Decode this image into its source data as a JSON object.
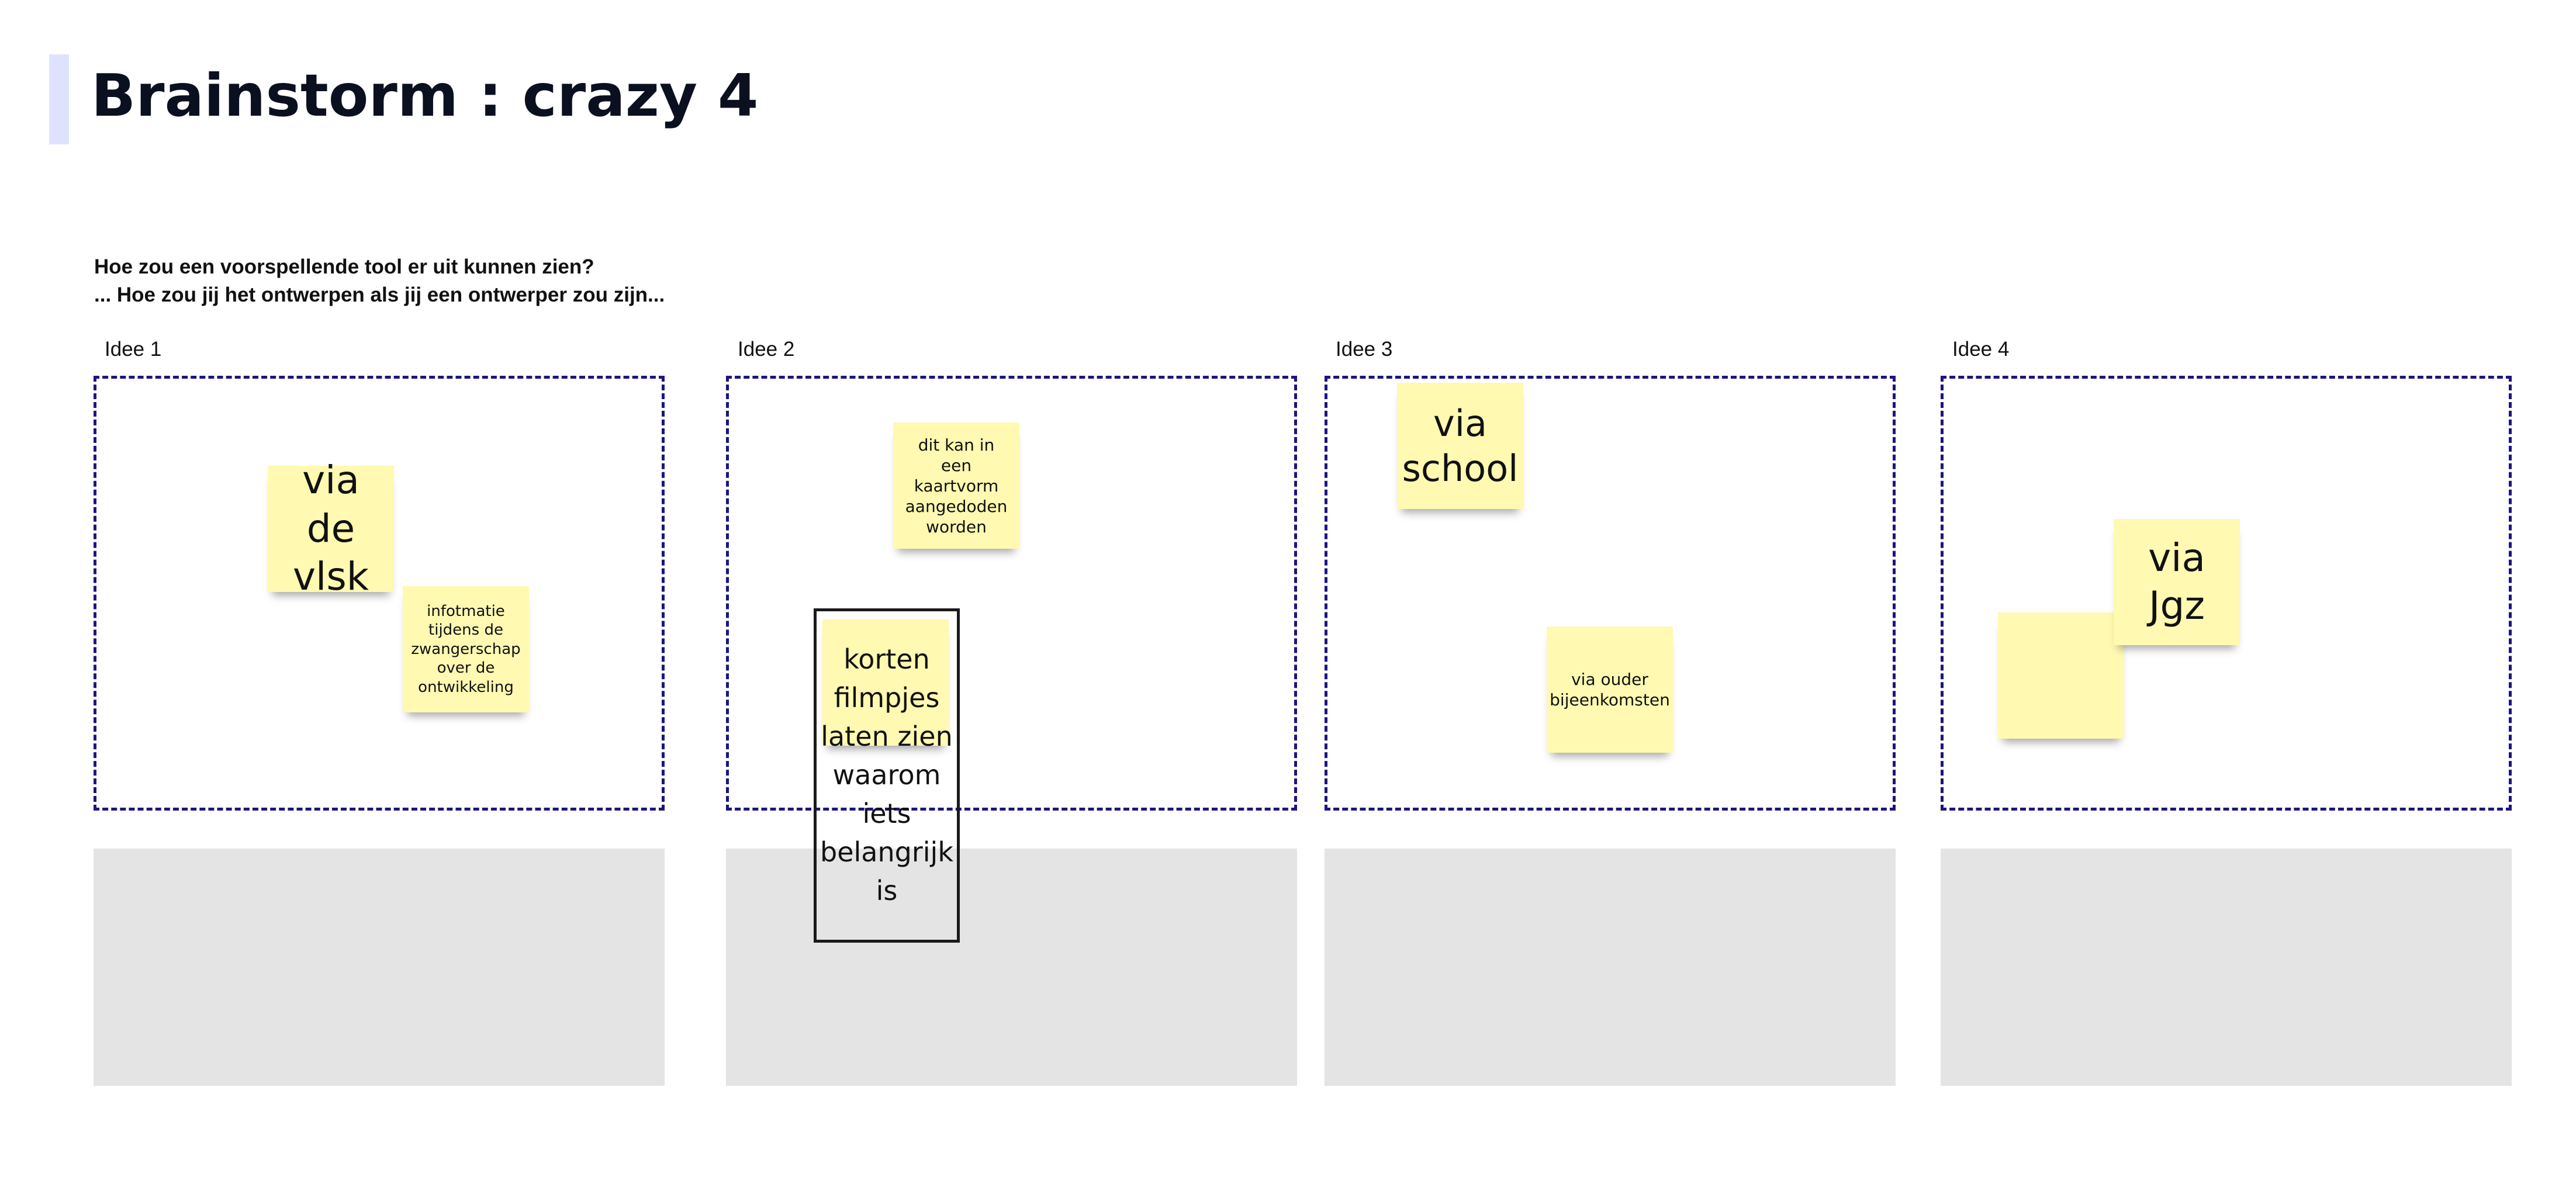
{
  "board": {
    "title": "Brainstorm : crazy 4",
    "question_line1": "Hoe zou een voorspellende tool er uit kunnen zien?",
    "question_line2": "... Hoe zou jij het ontwerpen als jij een ontwerper zou zijn...",
    "accent_color": "#dfe2ff",
    "frame_border_color": "#1d1580",
    "sticky_color": "#fff9b1",
    "panel_color": "#e4e4e4"
  },
  "columns": [
    {
      "label": "Idee 1"
    },
    {
      "label": "Idee 2"
    },
    {
      "label": "Idee 3"
    },
    {
      "label": "Idee 4"
    }
  ],
  "notes": {
    "via_de_vlsk": "via de vlsk",
    "infotmatie": "infotmatie tijdens de zwangerschap over de ontwikkeling",
    "kaartvorm": "dit kan in een kaartvorm aangedoden worden",
    "korten_filmpjes": "korten filmpjes laten zien waarom iets belangrijk is",
    "via_school": "via school",
    "via_ouder": "via ouder bijeenkomsten",
    "via_jgz": "via Jgz",
    "blank": ""
  }
}
